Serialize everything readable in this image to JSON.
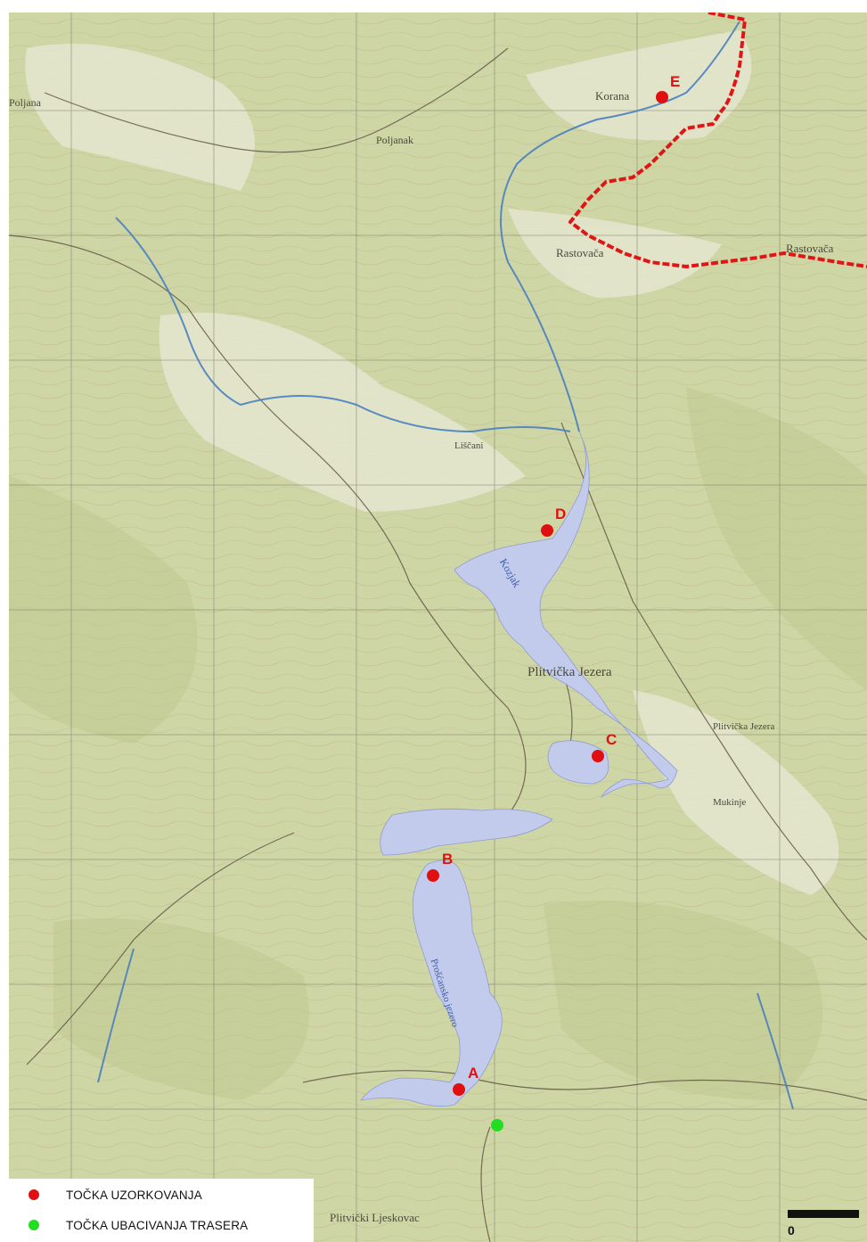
{
  "places": {
    "korana": "Korana",
    "poljanak": "Poljanak",
    "rastovaca_left": "Rastovača",
    "rastovaca_right": "Rastovača",
    "plitvicka_jezera": "Plitvička Jezera",
    "plitvicka_jezera_right": "Plitvička Jezera",
    "lisijak": "Liščani",
    "mukinje": "Mukinje",
    "plitvicki_ljeskovac": "Plitvički Ljeskovac",
    "polyana_left": "Poljana",
    "prostansko_jezero": "Prošćansko jezero",
    "kozjak": "Kozjak"
  },
  "sampling_points": [
    {
      "label": "A"
    },
    {
      "label": "B"
    },
    {
      "label": "C"
    },
    {
      "label": "D"
    },
    {
      "label": "E"
    }
  ],
  "legend": {
    "sampling_label": "TOČKA UZORKOVANJA",
    "tracer_label": "TOČKA UBACIVANJA TRASERA",
    "sampling_color": "#e01010",
    "tracer_color": "#22dd22"
  },
  "colors": {
    "lake": "#c3cbec",
    "boundary": "#e01515",
    "river": "#4a7fc0",
    "terrain": "#cfd6a6"
  },
  "scalebar": {
    "zero_label": "0"
  }
}
